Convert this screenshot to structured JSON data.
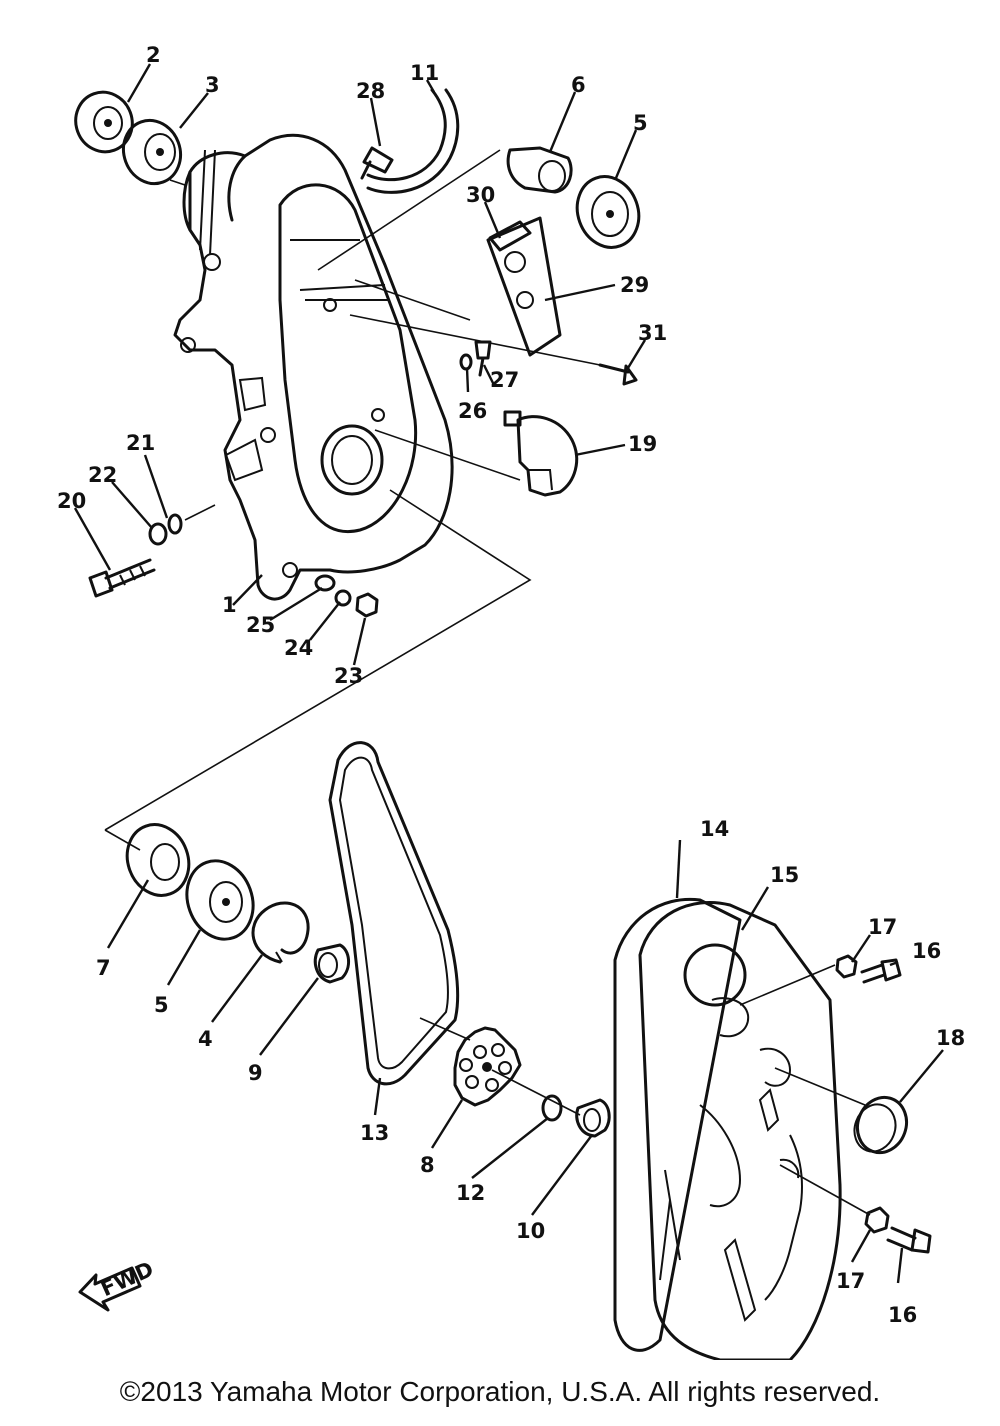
{
  "labels": {
    "p1": "1",
    "p2": "2",
    "p3": "3",
    "p4": "4",
    "p5a": "5",
    "p5b": "5",
    "p6": "6",
    "p7": "7",
    "p8": "8",
    "p9": "9",
    "p10": "10",
    "p11": "11",
    "p12": "12",
    "p13": "13",
    "p14": "14",
    "p15": "15",
    "p16a": "16",
    "p16b": "16",
    "p17a": "17",
    "p17b": "17",
    "p18": "18",
    "p19": "19",
    "p20": "20",
    "p21": "21",
    "p22": "22",
    "p23": "23",
    "p24": "24",
    "p25": "25",
    "p26": "26",
    "p27": "27",
    "p28": "28",
    "p29": "29",
    "p30": "30",
    "p31": "31"
  },
  "fwd_badge": "FWD",
  "copyright": "©2013 Yamaha Motor Corporation, U.S.A. All rights reserved."
}
